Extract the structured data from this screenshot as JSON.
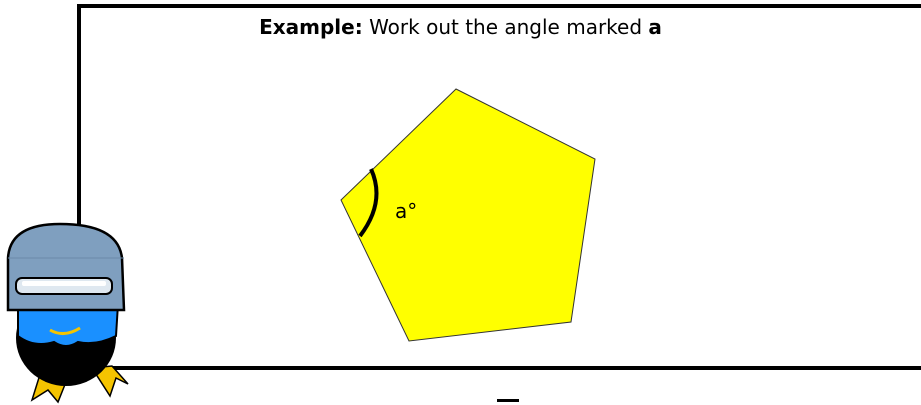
{
  "title": {
    "prefix": "Example:",
    "text": " Work out the angle marked ",
    "variable": "a"
  },
  "shape": {
    "name": "pentagon",
    "fill": "#ffff00",
    "stroke": "#333333"
  },
  "angle": {
    "label": "a°",
    "vertex": "left"
  },
  "mascot": {
    "icon": "robot-penguin-icon",
    "helmet_color": "#7f9fbf",
    "face_color": "#1a90ff",
    "beak_color": "#f5c400"
  }
}
